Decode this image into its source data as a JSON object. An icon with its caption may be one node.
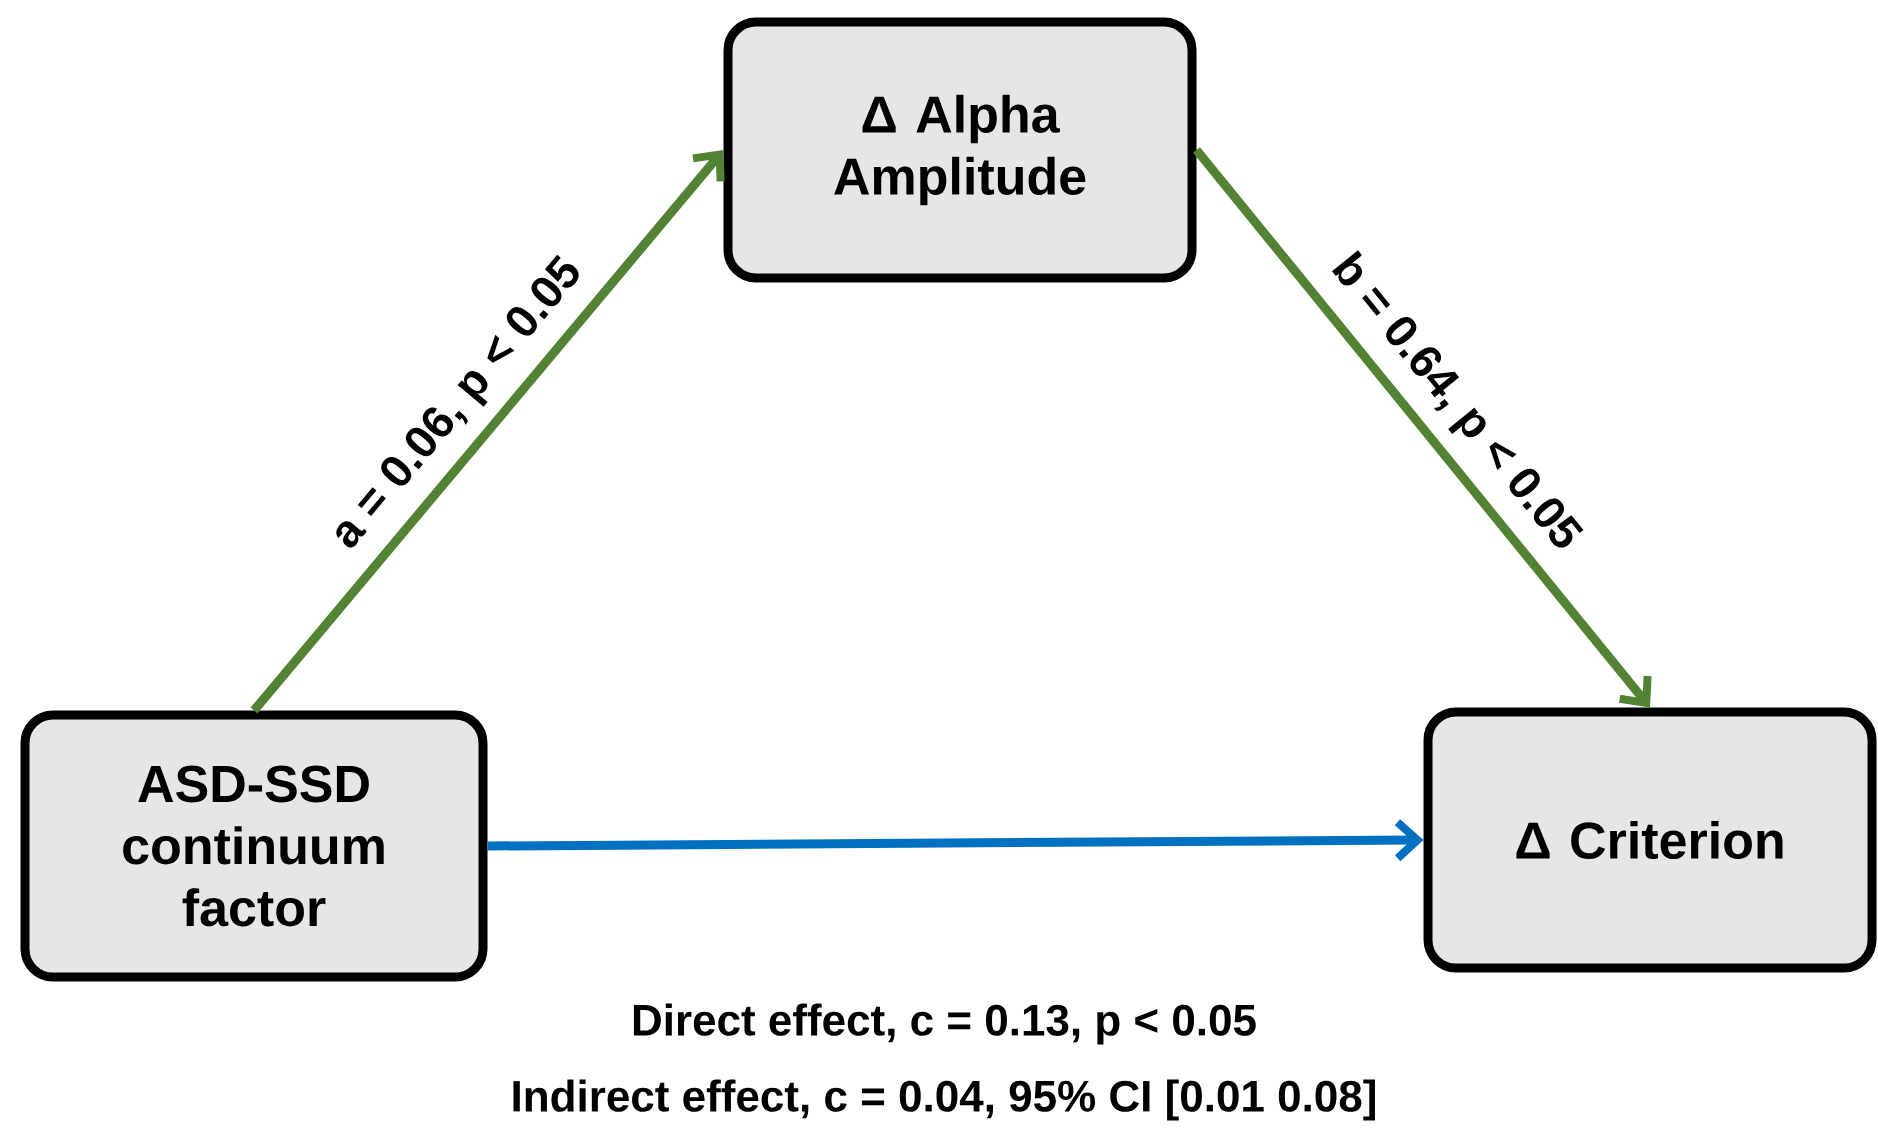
{
  "diagram": {
    "nodes": [
      {
        "text": [
          "Δ Alpha Amplitude"
        ]
      },
      {
        "text": [
          "ASD-SSD continuum factor"
        ]
      },
      {
        "text": [
          "Δ Criterion"
        ]
      }
    ],
    "edges": [
      {
        "from": 1,
        "to": 0,
        "arrow": "to",
        "label": "a = 0.06, p < 0.05"
      },
      {
        "from": 0,
        "to": 2,
        "arrow": "to",
        "label": "b = 0.64, p < 0.05"
      },
      {
        "from": 1,
        "to": 2,
        "arrow": "to",
        "color": "#0070c0"
      }
    ],
    "labels": [
      "Direct effect, c = 0.13, p < 0.05",
      "Indirect effect, c = 0.04, 95% CI [0.01 0.08]"
    ]
  }
}
